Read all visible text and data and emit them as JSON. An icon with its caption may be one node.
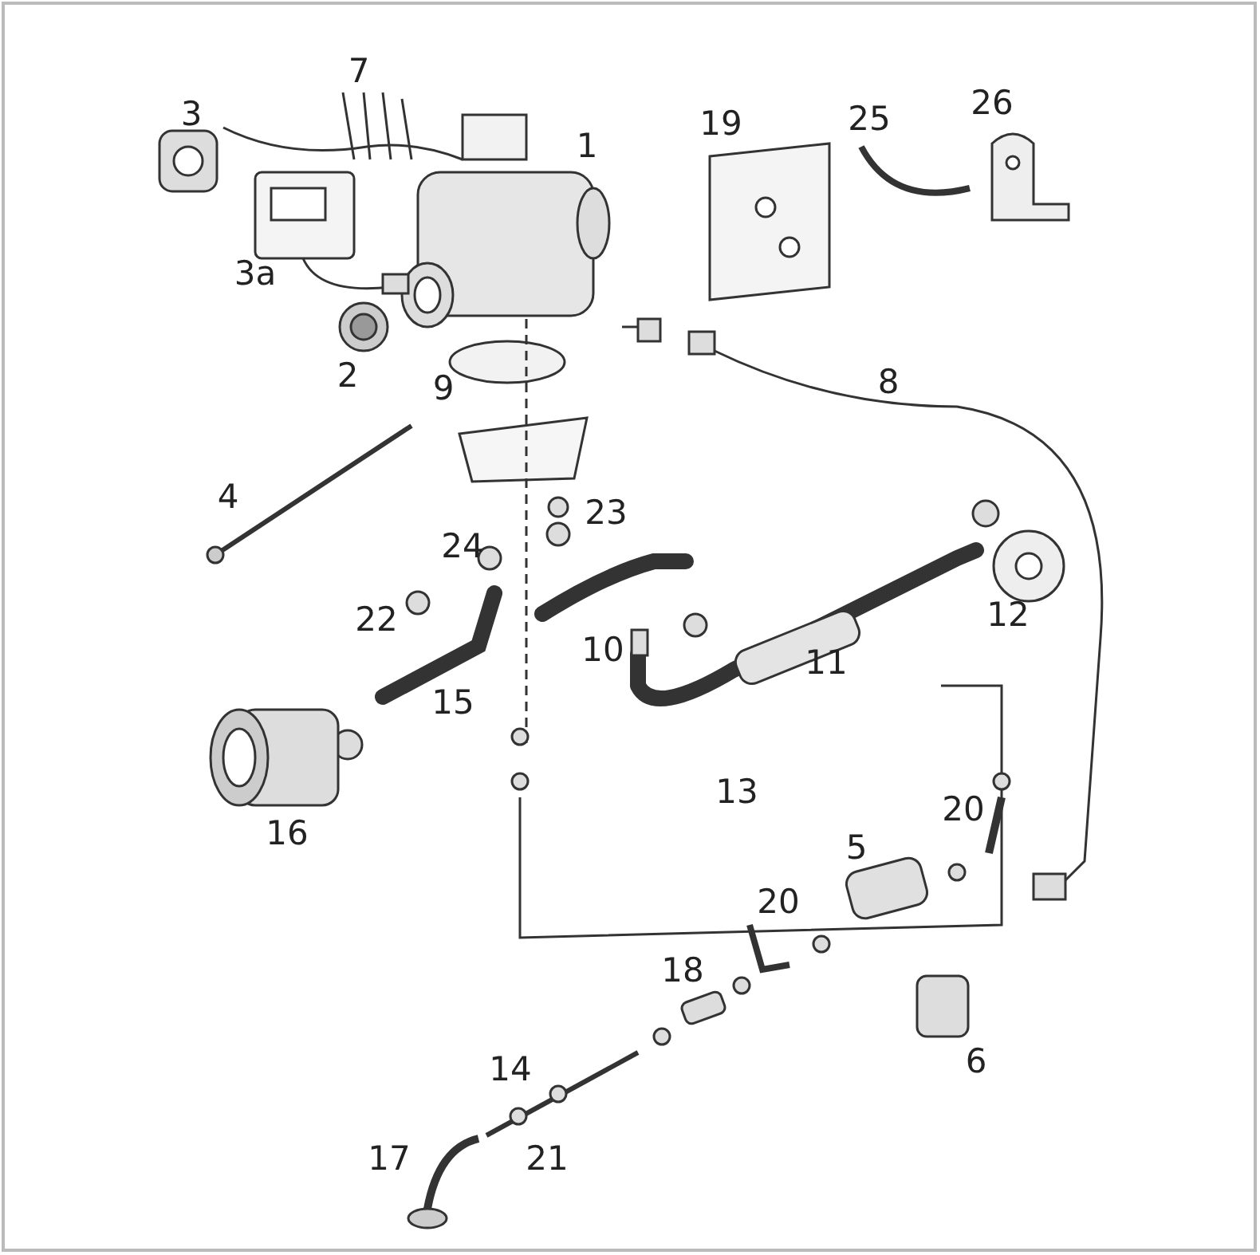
{
  "diagram": {
    "labels": [
      "7",
      "26",
      "3",
      "25",
      "19",
      "1",
      "3a",
      "2",
      "9",
      "8",
      "4",
      "23",
      "24",
      "22",
      "12",
      "10",
      "11",
      "15",
      "13",
      "20",
      "16",
      "5",
      "20",
      "18",
      "6",
      "14",
      "17",
      "21"
    ]
  }
}
